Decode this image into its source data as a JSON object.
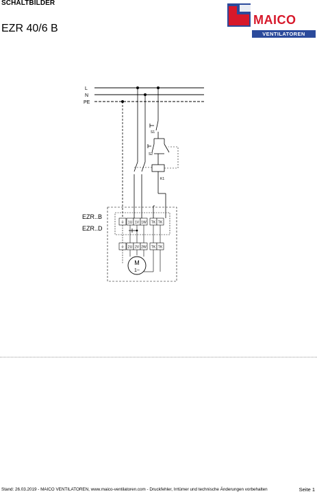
{
  "header": {
    "section_label": "SCHALTBILDER",
    "doc_title": "EZR 40/6 B"
  },
  "logo": {
    "brand": "MAICO",
    "subtitle": "VENTILATOREN",
    "brand_color": "#d7182a",
    "sub_color": "#2b4a9b"
  },
  "diagram": {
    "rails": {
      "l": "L",
      "n": "N",
      "pe": "PE"
    },
    "switches": {
      "s1": "S1",
      "s2": "S2"
    },
    "relay": "K1",
    "device_labels": {
      "b": "EZR..B",
      "d": "EZR..D"
    },
    "terminals_top": [
      "⏚",
      "1U",
      "1V",
      "1W",
      "TK",
      "TK"
    ],
    "terminals_bottom": [
      "⏚",
      "2U",
      "2V",
      "2W",
      "TK",
      "TK"
    ],
    "motor": {
      "label": "M",
      "phase": "1~"
    }
  },
  "footer": {
    "text": "Stand: 26.03.2019 - MAICO VENTILATOREN, www.maico-ventilatoren.com - Druckfehler, Irrtümer und technische Änderungen vorbehalten",
    "page": "Seite 1"
  }
}
